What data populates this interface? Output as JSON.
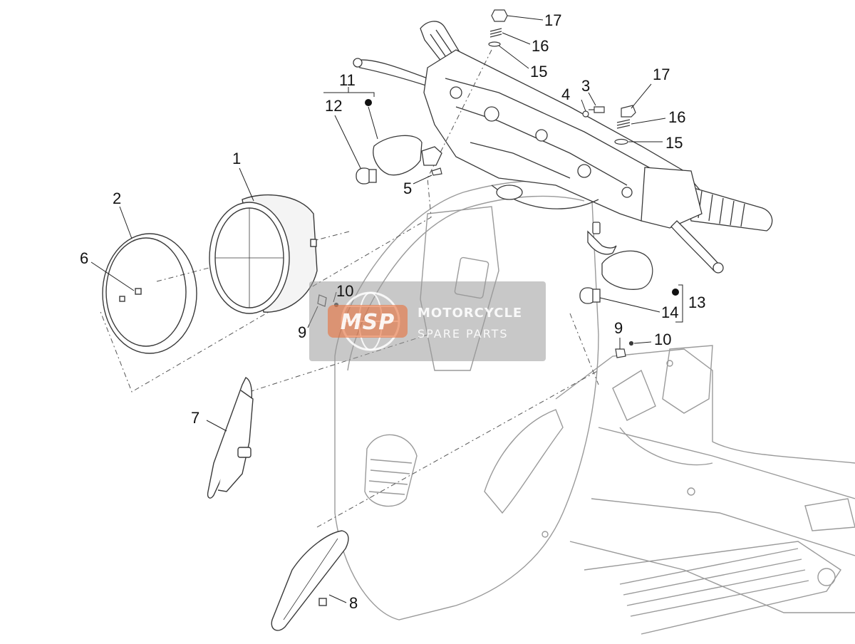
{
  "colors": {
    "background": "#ffffff",
    "outline_faint": "#8c8c8c",
    "outline_dark": "#3a3a3a",
    "callout_text": "#111111",
    "watermark_bg": "#9a9a9a",
    "watermark_orange": "#e8703a"
  },
  "callouts": {
    "c1": "1",
    "c2": "2",
    "c3": "3",
    "c4": "4",
    "c5": "5",
    "c6": "6",
    "c7": "7",
    "c8": "8",
    "c9a": "9",
    "c9b": "9",
    "c10a": "10",
    "c10b": "10",
    "c11": "11",
    "c12": "12",
    "c13": "13",
    "c14": "14",
    "c15a": "15",
    "c15b": "15",
    "c16a": "16",
    "c16b": "16",
    "c17a": "17",
    "c17b": "17"
  },
  "watermark": {
    "logo": "MSP",
    "line1": "MOTORCYCLE",
    "line2": "SPARE PARTS"
  }
}
